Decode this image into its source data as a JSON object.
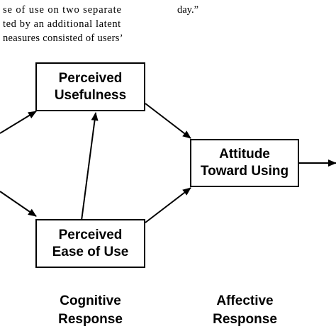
{
  "background_text": {
    "left_lines": [
      "se of use on two separate",
      "ted by an additional latent",
      "neasures consisted of users’"
    ],
    "right_lines": [
      "day.”"
    ]
  },
  "nodes": {
    "perceived_usefulness": {
      "line1": "Perceived",
      "line2": "Usefulness"
    },
    "perceived_ease_of_use": {
      "line1": "Perceived",
      "line2": "Ease of Use"
    },
    "attitude_toward_using": {
      "line1": "Attitude",
      "line2": "Toward Using"
    }
  },
  "captions": {
    "cognitive": {
      "line1": "Cognitive",
      "line2": "Response"
    },
    "affective": {
      "line1": "Affective",
      "line2": "Response"
    }
  },
  "colors": {
    "ink": "#000000",
    "background": "#ffffff"
  }
}
